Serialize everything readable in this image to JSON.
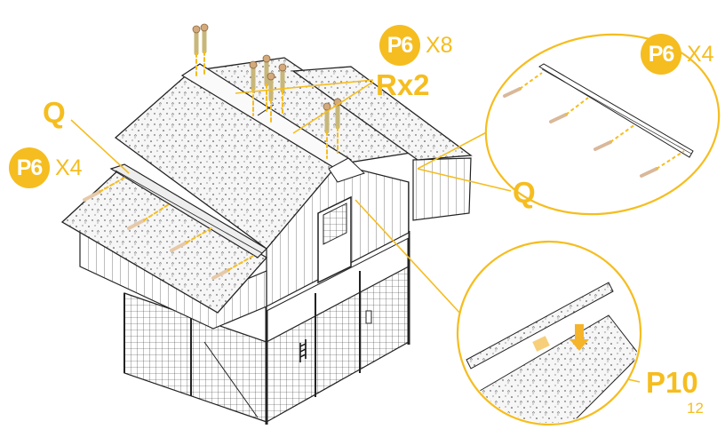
{
  "colors": {
    "accent": "#f5bd1f",
    "line": "#222222",
    "roof_fill": "#f4f4f4"
  },
  "callouts": {
    "top_screws": {
      "part": "P6",
      "qty": "X8"
    },
    "ridge_cap": {
      "label": "Rx2"
    },
    "left_screws": {
      "part": "P6",
      "qty": "X4"
    },
    "left_trim": {
      "label": "Q"
    },
    "detail_screws": {
      "part": "P6",
      "qty": "X4"
    },
    "detail_trim": {
      "label": "Q"
    },
    "ridge_tape": {
      "label": "P10"
    }
  },
  "page_number": "12",
  "detail_views": [
    {
      "name": "trim-screw-detail",
      "shows": "Q trim fastened with 4 P6 screws"
    },
    {
      "name": "ridge-cap-detail",
      "shows": "Ridge cap placed on roof with P10 pad, arrow down"
    }
  ]
}
